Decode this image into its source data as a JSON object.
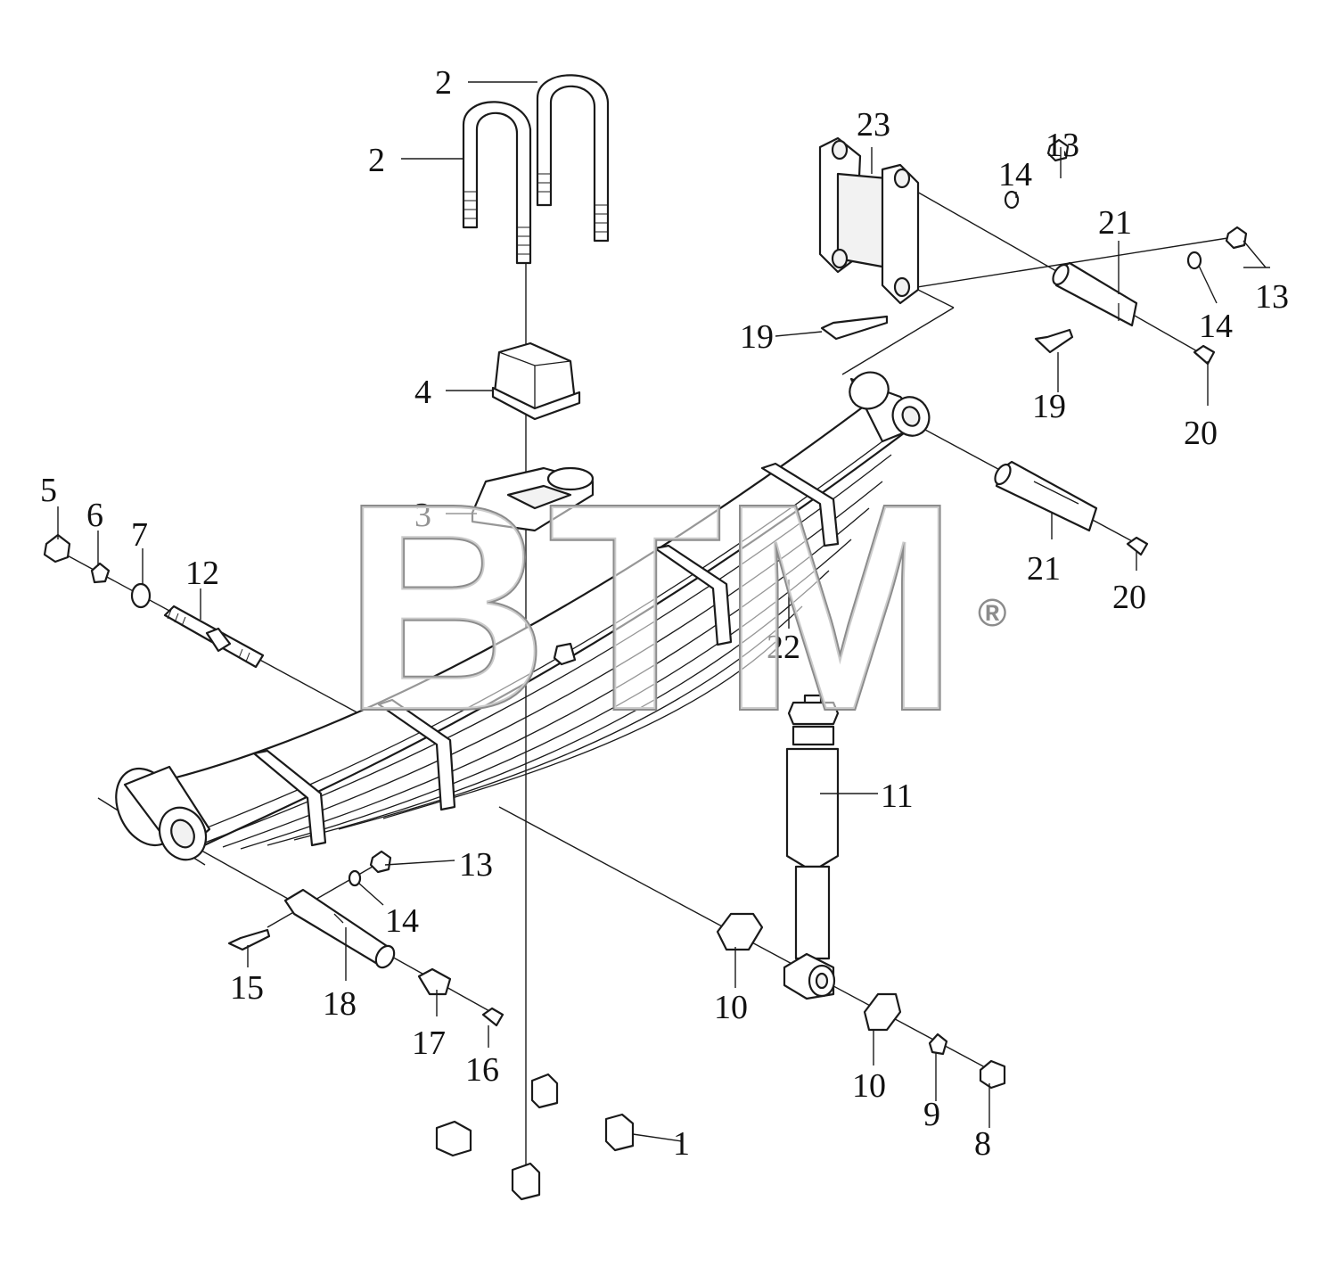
{
  "diagram": {
    "callouts": [
      "1",
      "2",
      "2",
      "3",
      "4",
      "5",
      "6",
      "7",
      "8",
      "9",
      "10",
      "10",
      "11",
      "12",
      "13",
      "13",
      "13",
      "14",
      "14",
      "14",
      "15",
      "16",
      "17",
      "18",
      "19",
      "19",
      "20",
      "20",
      "21",
      "21",
      "22",
      "23"
    ],
    "watermark": {
      "text": "BTM",
      "registered_mark": "®"
    }
  }
}
